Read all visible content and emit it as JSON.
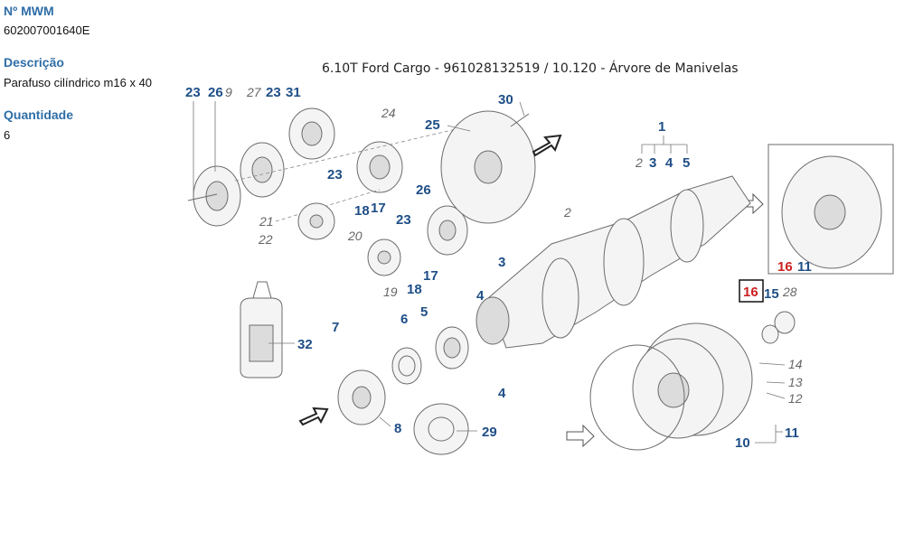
{
  "info": {
    "part_label": "Nº MWM",
    "part_number": "602007001640E",
    "description_label": "Descrição",
    "description_value": "Parafuso cilíndrico m16 x 40",
    "quantity_label": "Quantidade",
    "quantity_value": "6"
  },
  "diagram": {
    "title": "6.10T Ford Cargo - 961028132519  /  10.120 - Árvore de Manivelas",
    "selected_callout": "16",
    "callouts": {
      "c23a": "23",
      "c26a": "26",
      "c9": "9",
      "c27": "27",
      "c23b": "23",
      "c31": "31",
      "c24": "24",
      "c25": "25",
      "c30": "30",
      "c1": "1",
      "c2a": "2",
      "c3a": "3",
      "c4a": "4",
      "c5a": "5",
      "c23c": "23",
      "c18a": "18",
      "c17a": "17",
      "c26b": "26",
      "c21": "21",
      "c22": "22",
      "c23d": "23",
      "c20": "20",
      "c19": "19",
      "c18b": "18",
      "c17b": "17",
      "c2b": "2",
      "c3b": "3",
      "c4b": "4",
      "c32": "32",
      "c7": "7",
      "c6": "6",
      "c5b": "5",
      "c4c": "4",
      "c8": "8",
      "c29": "29",
      "c16a": "16",
      "c11a": "11",
      "c16b": "16",
      "c15": "15",
      "c28": "28",
      "c14": "14",
      "c13": "13",
      "c12": "12",
      "c10": "10",
      "c11b": "11"
    }
  }
}
